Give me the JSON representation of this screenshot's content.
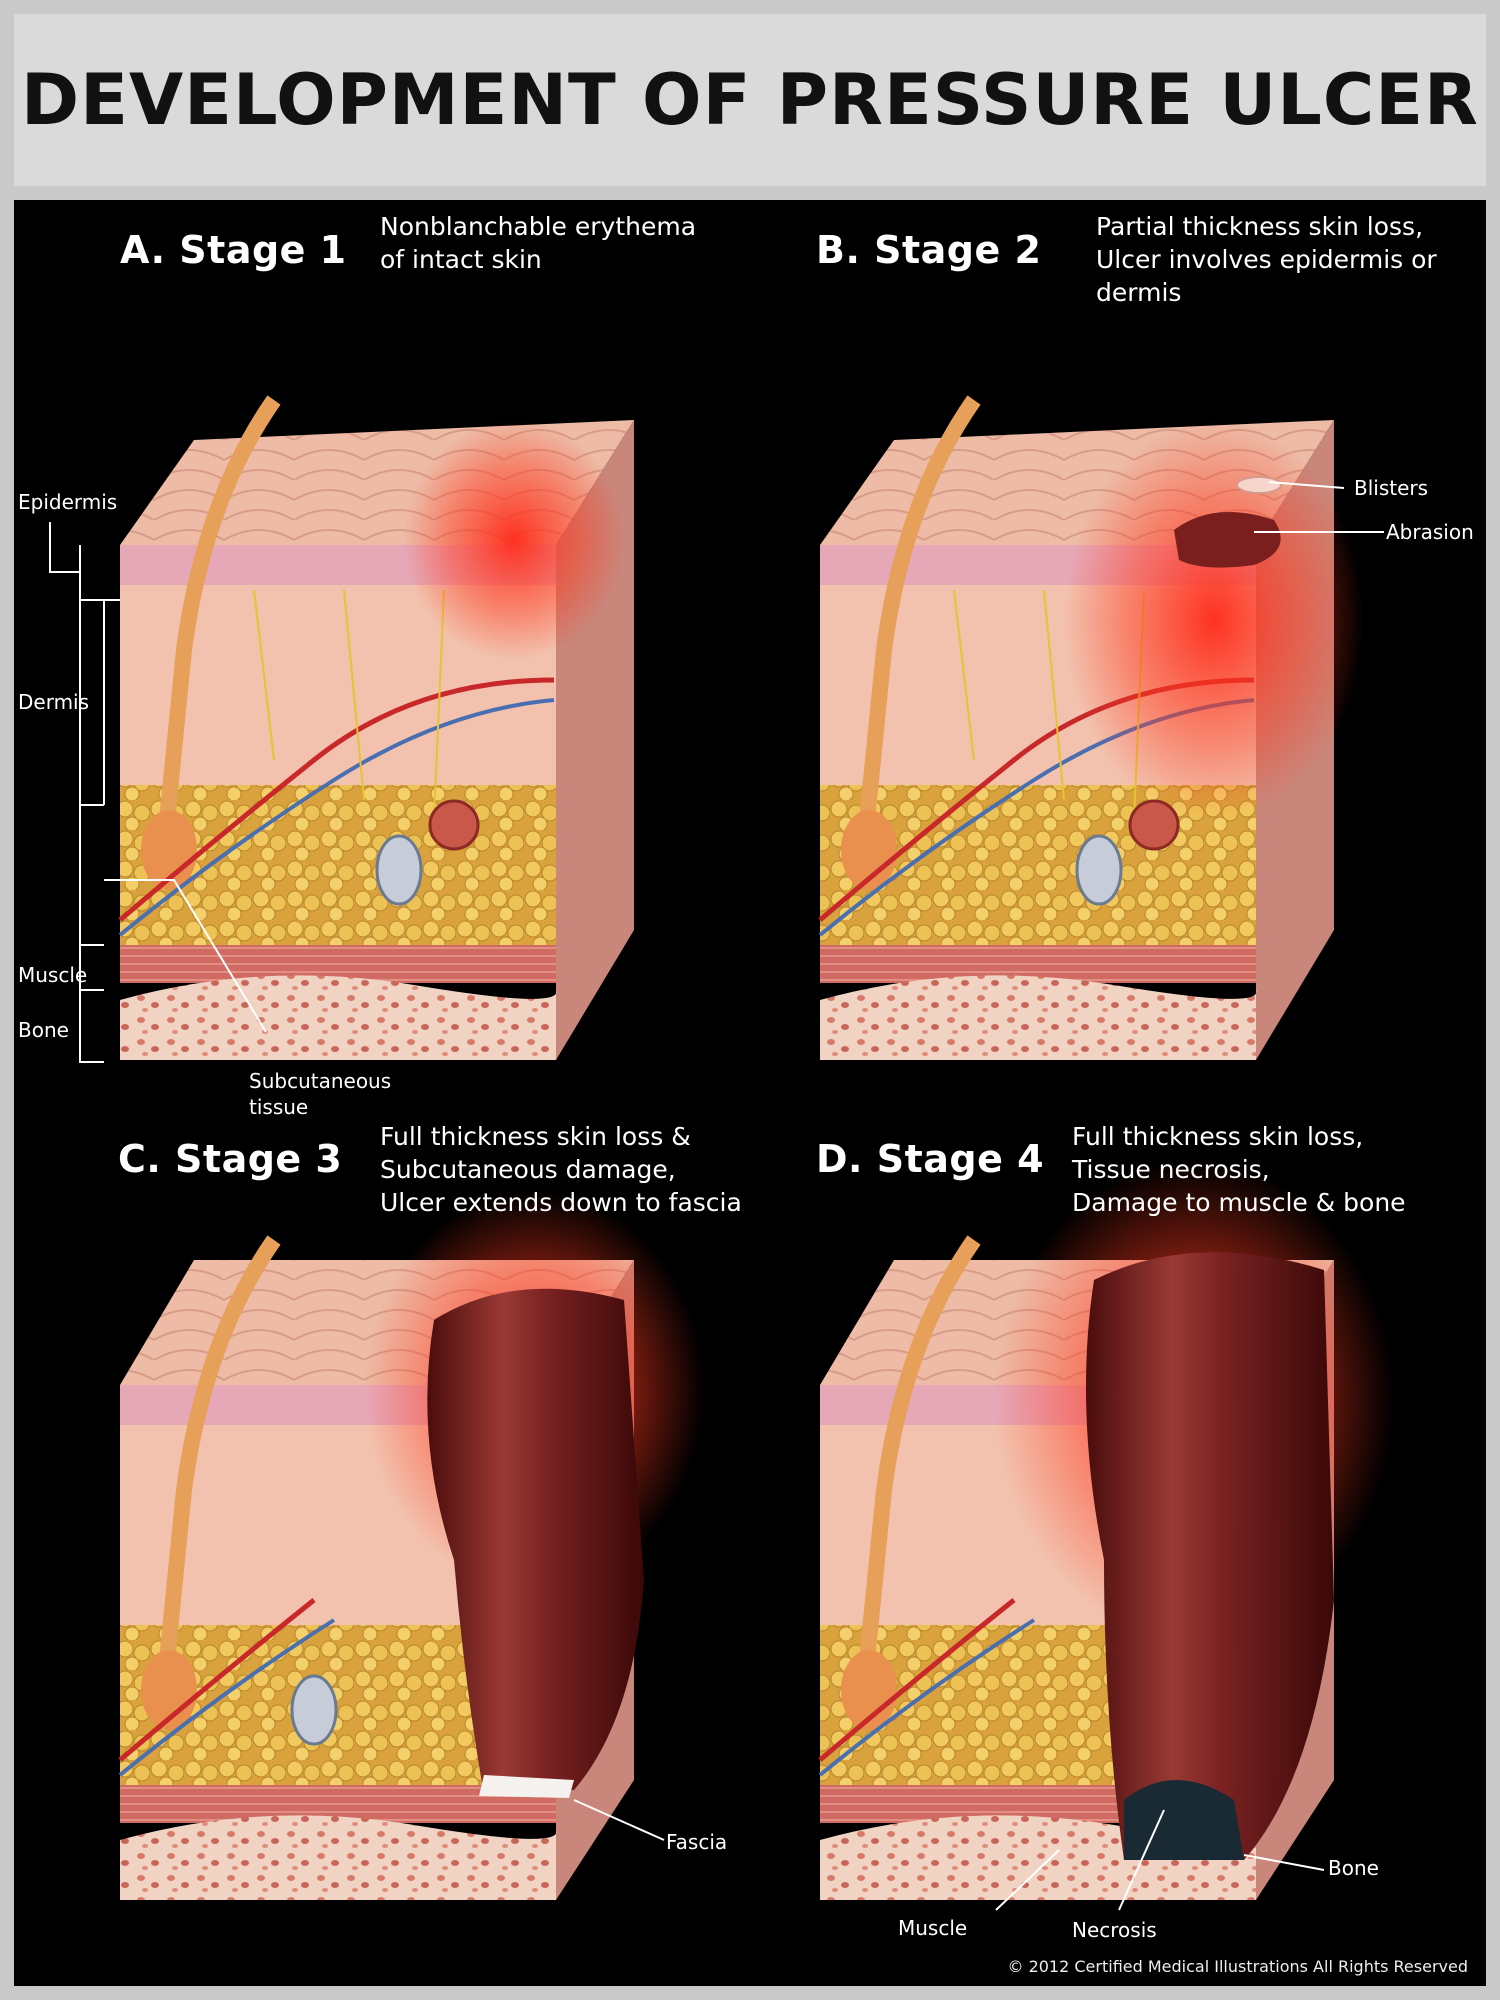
{
  "title": "DEVELOPMENT OF PRESSURE ULCER",
  "stages": [
    {
      "label": "A. Stage 1",
      "desc": [
        "Nonblanchable erythema",
        "of intact skin"
      ]
    },
    {
      "label": "B. Stage 2",
      "desc": [
        "Partial thickness skin loss,",
        "Ulcer involves epidermis or",
        "dermis"
      ]
    },
    {
      "label": "C. Stage 3",
      "desc": [
        "Full thickness skin loss &",
        "Subcutaneous damage,",
        "Ulcer extends down to fascia"
      ]
    },
    {
      "label": "D. Stage 4",
      "desc": [
        "Full thickness skin loss,",
        "Tissue necrosis,",
        "Damage to muscle & bone"
      ]
    }
  ],
  "layer_labels": {
    "epidermis": "Epidermis",
    "dermis": "Dermis",
    "muscle": "Muscle",
    "bone": "Bone",
    "subcutaneous": [
      "Subcutaneous",
      "tissue"
    ]
  },
  "callouts": {
    "blisters": "Blisters",
    "abrasion": "Abrasion",
    "fascia": "Fascia",
    "muscle": "Muscle",
    "necrosis": "Necrosis",
    "bone": "Bone"
  },
  "copyright": "© 2012 Certified Medical Illustrations All Rights Reserved",
  "colors": {
    "background": "#000000",
    "title_bar": "#dadada",
    "skin_top": "#e9b3a0",
    "dermis": "#f2c2ae",
    "fat": "#e7b84a",
    "muscle": "#cf6b62",
    "bone": "#f0d3c2",
    "ulcer": "#7a1e1e"
  }
}
